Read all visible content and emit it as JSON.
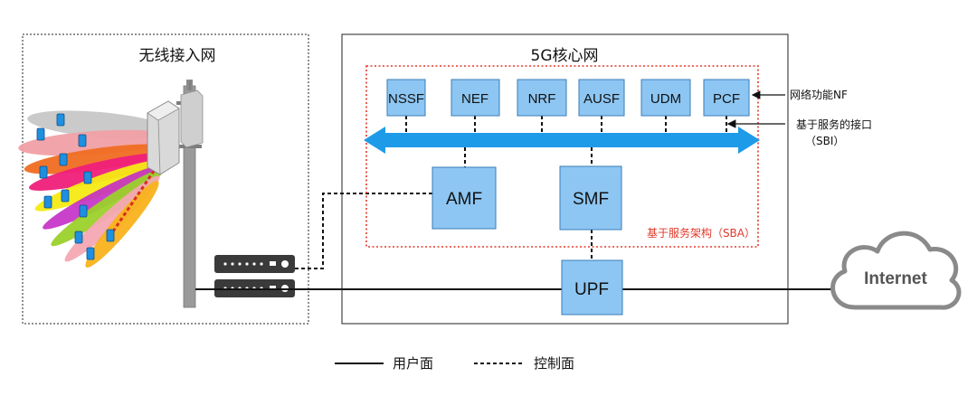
{
  "ran": {
    "title": "无线接入网"
  },
  "core": {
    "title": "5G核心网",
    "sba_label": "基于服务架构（SBA）",
    "nf_row": [
      "NSSF",
      "NEF",
      "NRF",
      "AUSF",
      "UDM",
      "PCF"
    ],
    "amf": "AMF",
    "smf": "SMF",
    "upf": "UPF"
  },
  "annotations": {
    "nf_label": "网络功能NF",
    "sbi_line1": "基于服务的接口",
    "sbi_line2": "（SBI）"
  },
  "internet": {
    "label": "Internet"
  },
  "legend": {
    "user_plane": "用户面",
    "control_plane": "控制面"
  },
  "colors": {
    "nf_fill": "#8dc6f2",
    "nf_stroke": "#3a7cb8",
    "bus": "#1e9be8",
    "sba_border": "#e0392b",
    "server": "#3a3a3a",
    "cloud_stroke": "#8a8a8a"
  }
}
